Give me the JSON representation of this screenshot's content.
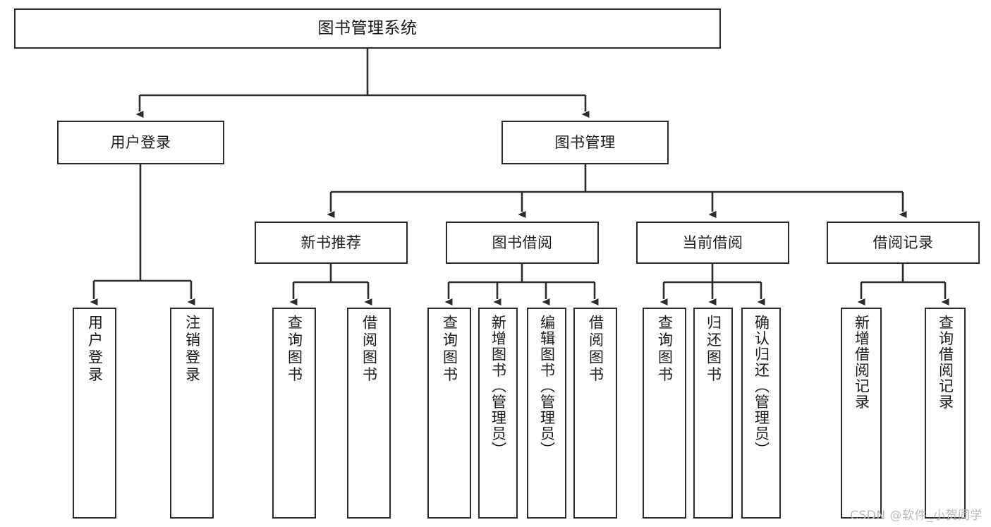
{
  "diagram": {
    "title": "图书管理系统",
    "type": "tree",
    "root": {
      "label": "图书管理系统"
    },
    "level1": [
      {
        "label": "用户登录"
      },
      {
        "label": "图书管理"
      }
    ],
    "level2": [
      {
        "label": "新书推荐"
      },
      {
        "label": "图书借阅"
      },
      {
        "label": "当前借阅"
      },
      {
        "label": "借阅记录"
      }
    ],
    "leaves": {
      "user_login": [
        {
          "label": "用户登录"
        },
        {
          "label": "注销登录"
        }
      ],
      "new_book_recommend": [
        {
          "label": "查询图书"
        },
        {
          "label": "借阅图书"
        }
      ],
      "book_borrow": [
        {
          "label": "查询图书"
        },
        {
          "label": "新增图书（管理员）"
        },
        {
          "label": "编辑图书（管理员）"
        },
        {
          "label": "借阅图书"
        }
      ],
      "current_borrow": [
        {
          "label": "查询图书"
        },
        {
          "label": "归还图书"
        },
        {
          "label": "确认归还（管理员）"
        }
      ],
      "borrow_record": [
        {
          "label": "新增借阅记录"
        },
        {
          "label": "查询借阅记录"
        }
      ]
    }
  },
  "watermark": {
    "text": "CSDN @软件_小贺同学"
  },
  "colors": {
    "stroke": "#2b2b2b",
    "background": "#ffffff",
    "text": "#1a1a1a",
    "watermark": "#b9b9b9"
  }
}
